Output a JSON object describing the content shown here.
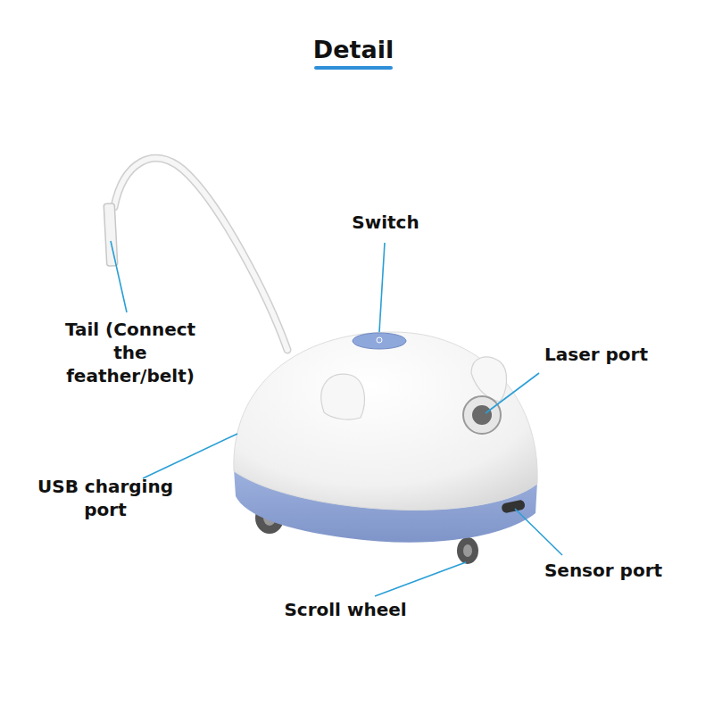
{
  "diagram": {
    "title": "Detail",
    "labels": [
      "Switch",
      "Tail (Connect the feather/belt)",
      "Laser port",
      "USB charging port",
      "Sensor port",
      "Scroll wheel"
    ]
  }
}
